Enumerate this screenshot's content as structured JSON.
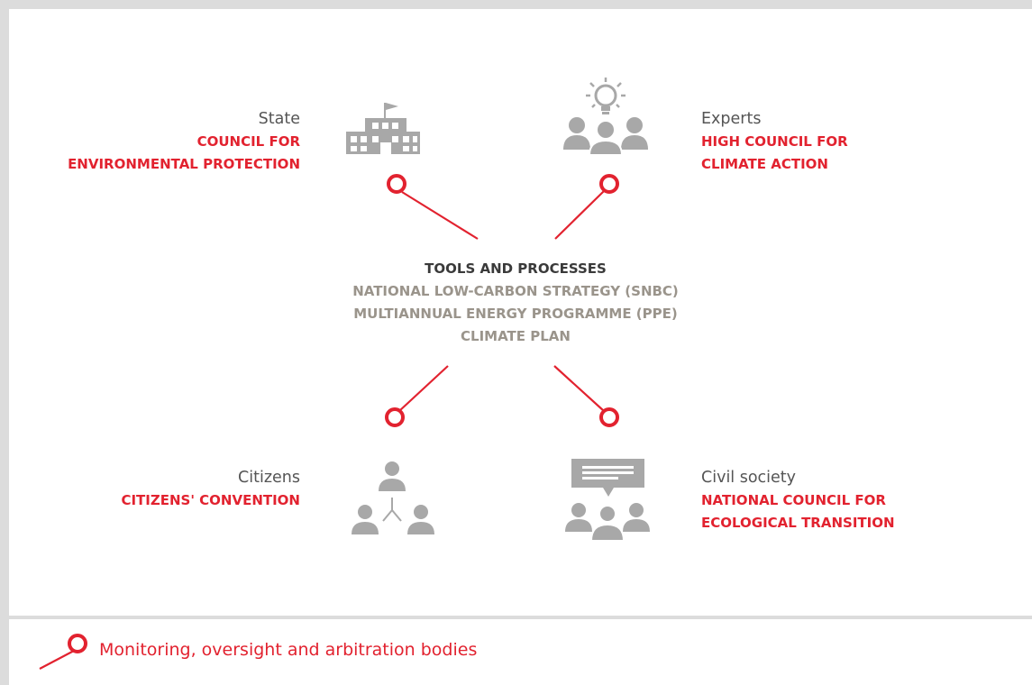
{
  "nodes": {
    "state": {
      "role": "State",
      "body": [
        "COUNCIL FOR",
        "ENVIRONMENTAL PROTECTION"
      ]
    },
    "experts": {
      "role": "Experts",
      "body": [
        "HIGH COUNCIL FOR",
        "CLIMATE ACTION"
      ]
    },
    "citizens": {
      "role": "Citizens",
      "body": [
        "CITIZENS' CONVENTION"
      ]
    },
    "civil_society": {
      "role": "Civil society",
      "body": [
        "NATIONAL COUNCIL FOR",
        "ECOLOGICAL TRANSITION"
      ]
    }
  },
  "center": {
    "title": "TOOLS AND PROCESSES",
    "items": [
      "NATIONAL LOW-CARBON STRATEGY (SNBC)",
      "MULTIANNUAL ENERGY PROGRAMME (PPE)",
      "CLIMATE PLAN"
    ]
  },
  "legend": {
    "label": "Monitoring, oversight and arbitration bodies"
  },
  "icons": {
    "state": "government-building-icon",
    "experts": "lightbulb-group-icon",
    "citizens": "people-network-icon",
    "civil_society": "speech-bubble-group-icon",
    "connector": "magnifier-pin-icon"
  },
  "colors": {
    "accent": "#e2222f",
    "icon_gray": "#a8a8a8",
    "tools_gray": "#9a948b",
    "border": "#dcdcdc"
  }
}
